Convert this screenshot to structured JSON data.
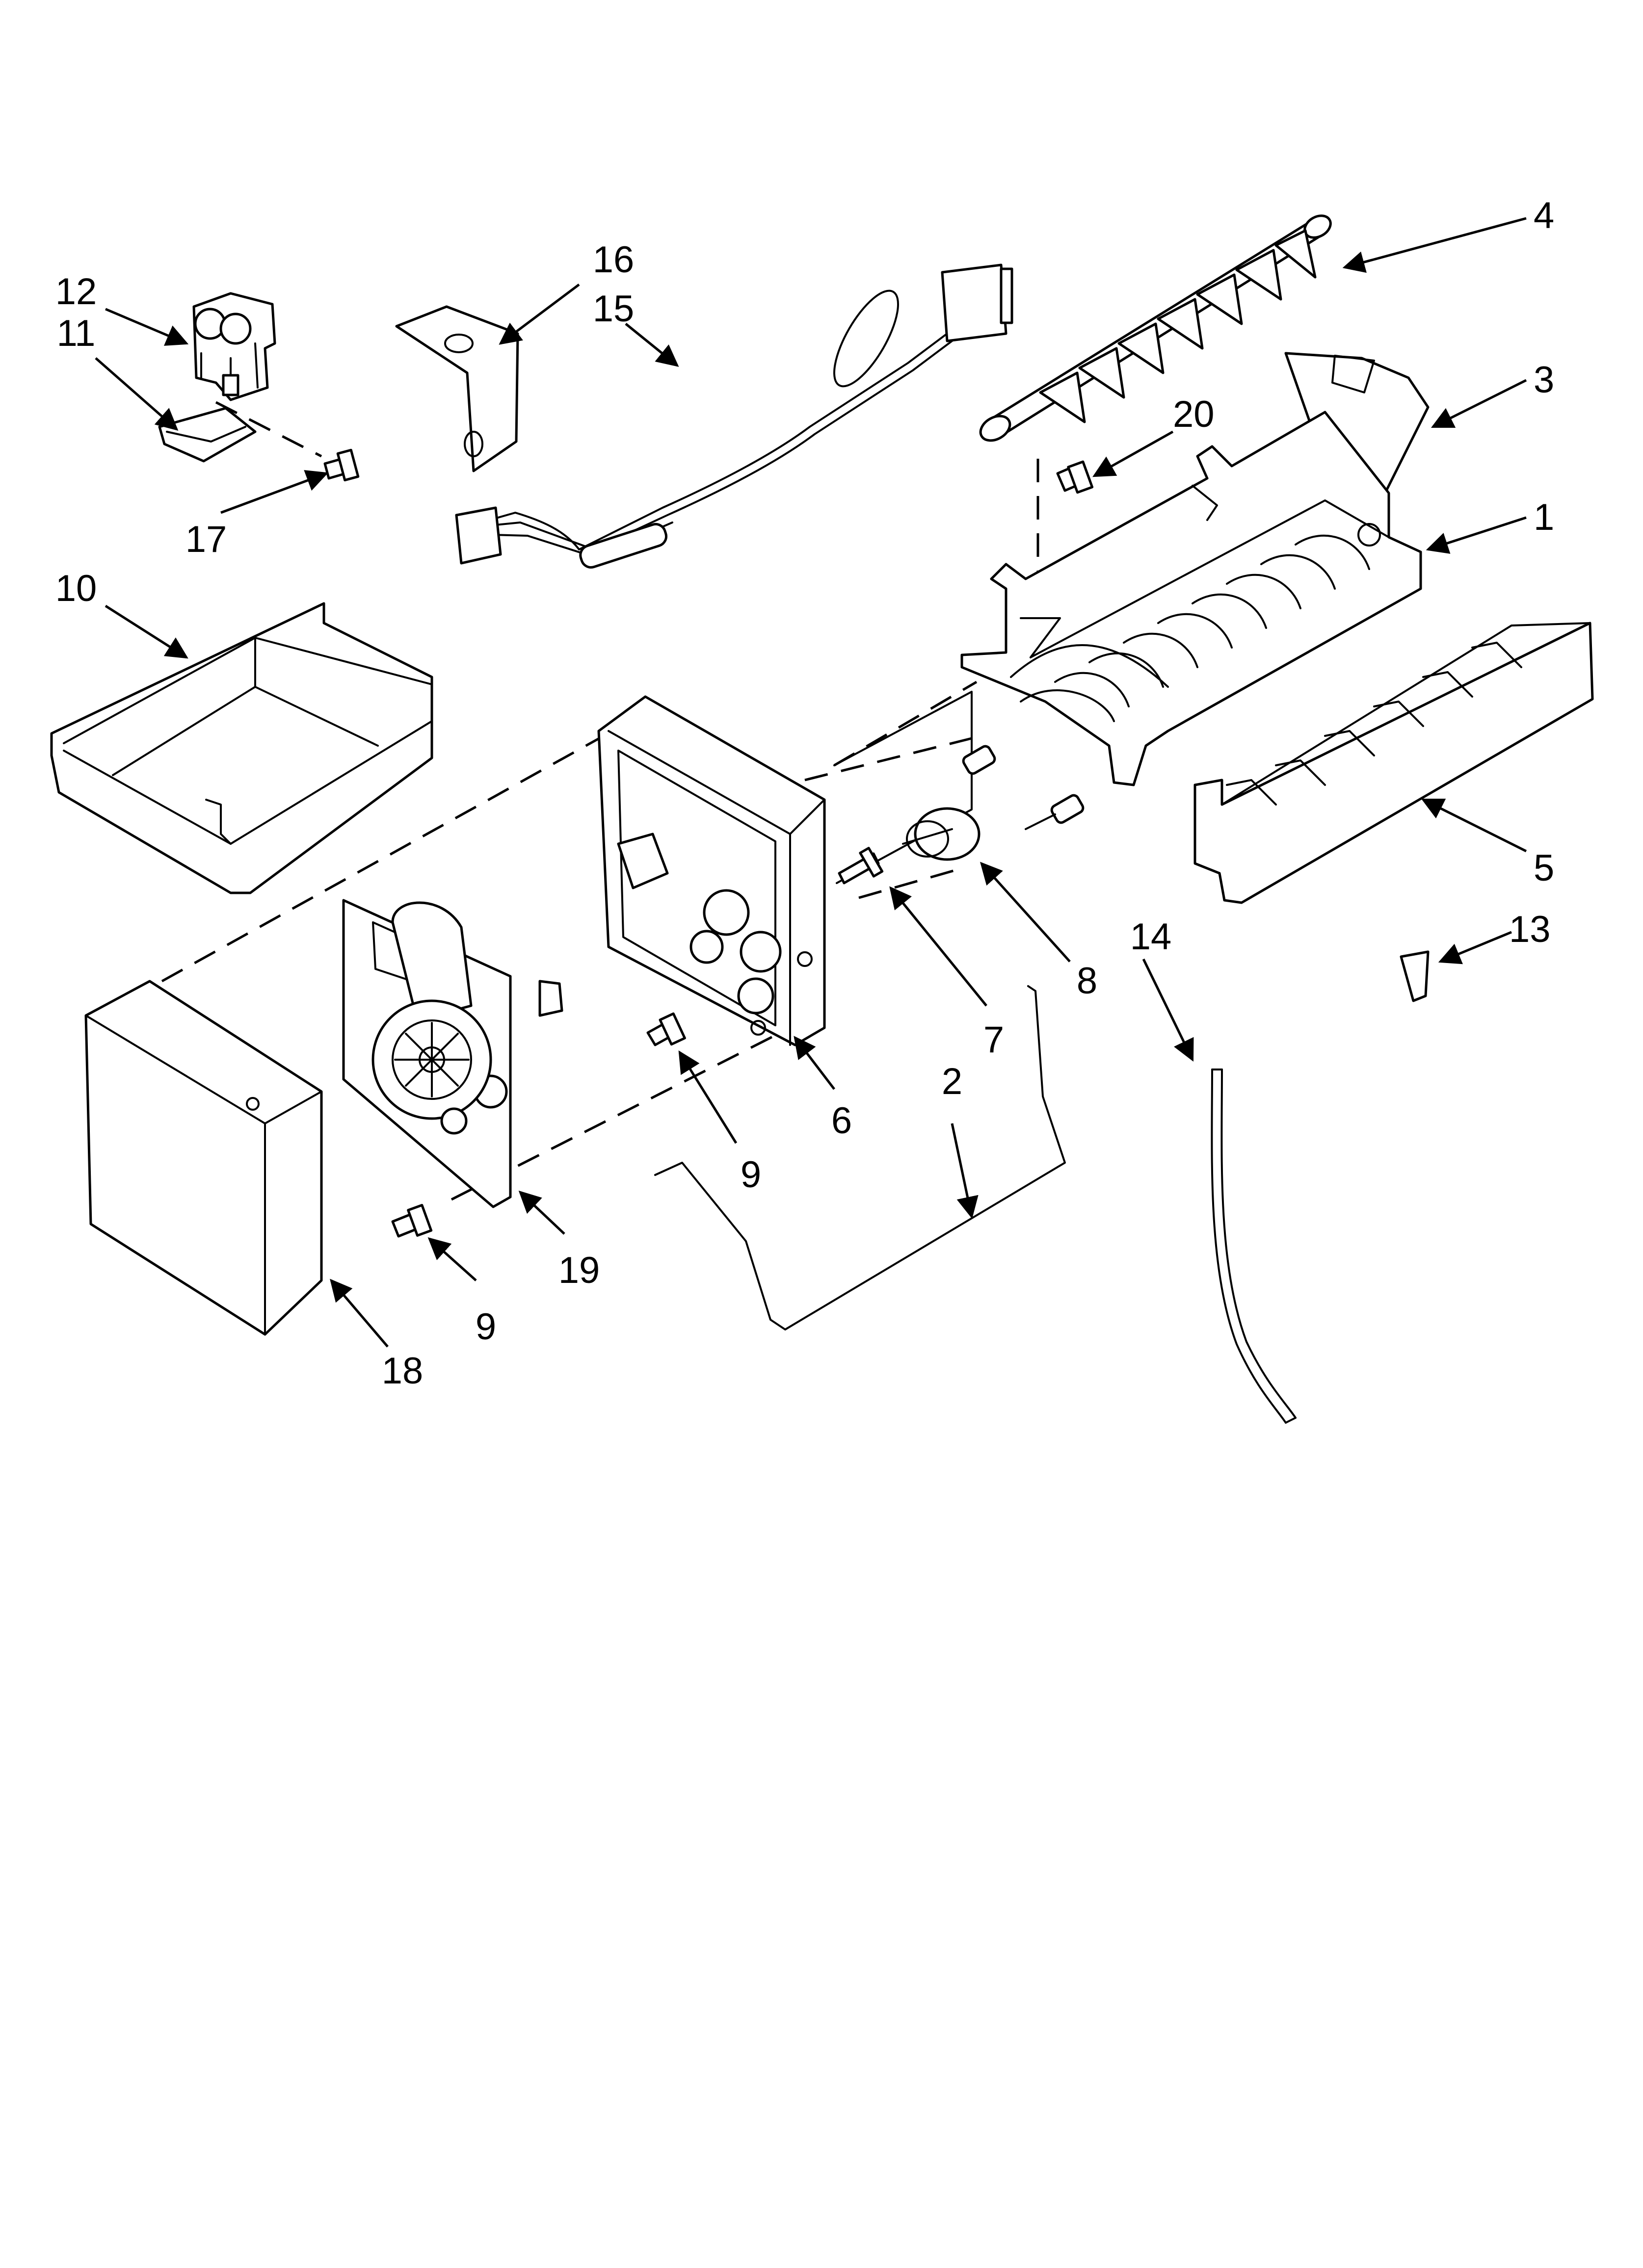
{
  "callouts": [
    {
      "label": "1"
    },
    {
      "label": "2"
    },
    {
      "label": "3"
    },
    {
      "label": "4"
    },
    {
      "label": "5"
    },
    {
      "label": "6"
    },
    {
      "label": "7"
    },
    {
      "label": "8"
    },
    {
      "label": "9"
    },
    {
      "label": "9"
    },
    {
      "label": "10"
    },
    {
      "label": "11"
    },
    {
      "label": "12"
    },
    {
      "label": "13"
    },
    {
      "label": "14"
    },
    {
      "label": "15"
    },
    {
      "label": "16"
    },
    {
      "label": "17"
    },
    {
      "label": "18"
    },
    {
      "label": "19"
    },
    {
      "label": "20"
    }
  ]
}
